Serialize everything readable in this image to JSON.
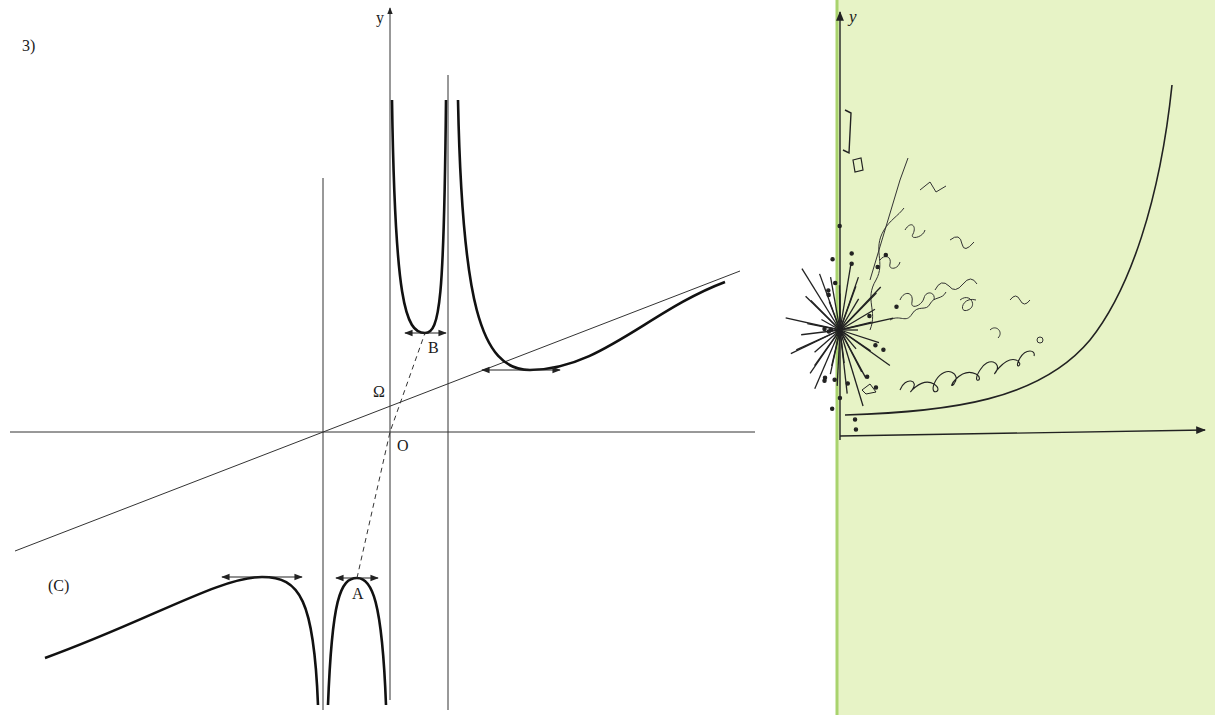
{
  "diagram": {
    "labels": [
      "3)",
      "y",
      "B",
      "Ω",
      "O",
      "A",
      "(C)",
      "y"
    ]
  }
}
